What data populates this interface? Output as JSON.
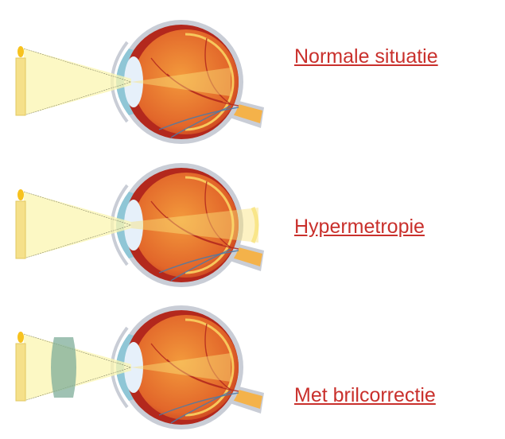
{
  "panels": [
    {
      "label": "Normale situatie",
      "variant": "normal"
    },
    {
      "label": "Hypermetropie",
      "variant": "hyperopia"
    },
    {
      "label": "Met brilcorrectie",
      "variant": "corrected"
    }
  ],
  "colors": {
    "label": "#c9302c",
    "light_cone": "#fbf6b0",
    "eyeball": "#e8742a",
    "sclera": "#c9cdd6",
    "lens": "#e6f0fa",
    "cornea": "#8fc6d6",
    "glasses_lens": "#7fae9a"
  }
}
